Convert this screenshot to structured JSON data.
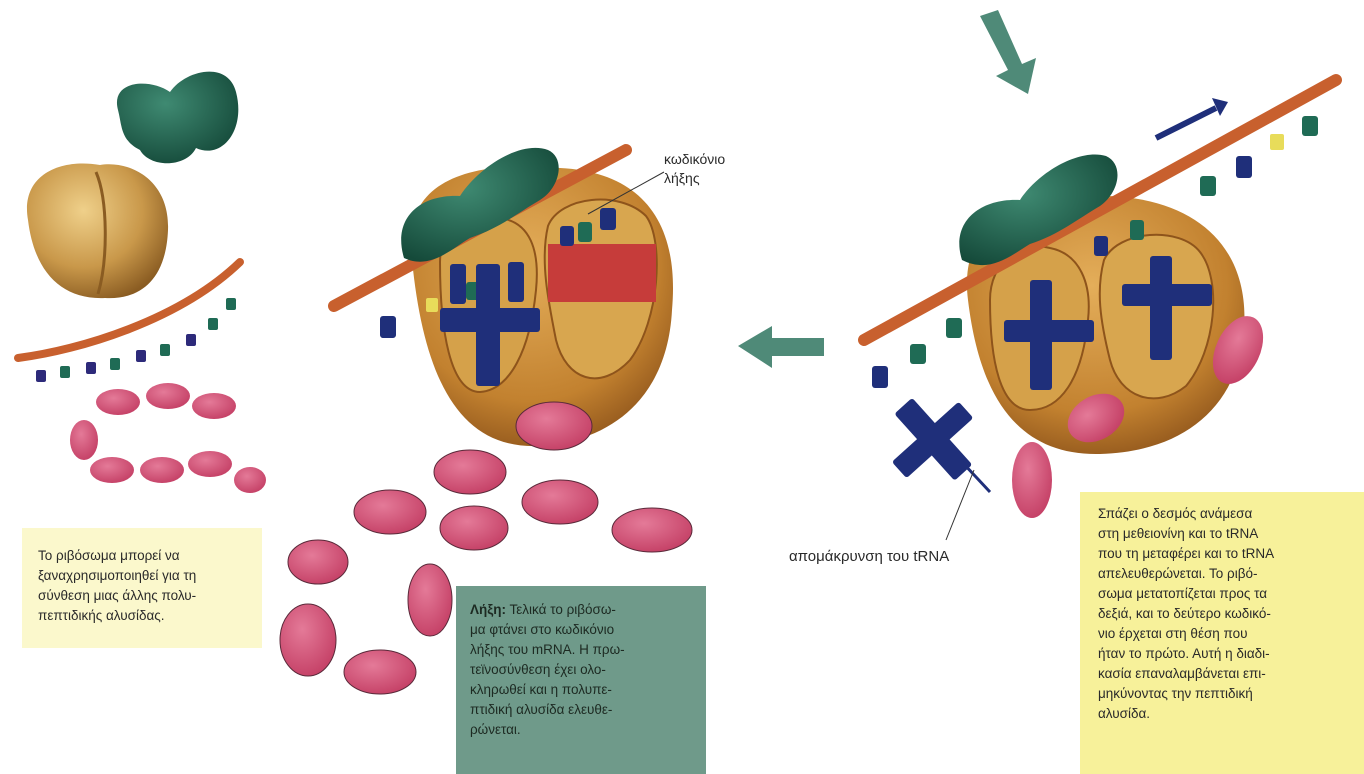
{
  "labels": {
    "stop_codon_line1": "κωδικόνιο",
    "stop_codon_line2": "λήξης",
    "trna_removal": "απομάκρυνση του tRNA"
  },
  "captions": {
    "reuse": [
      "Το ριβόσωμα μπορεί να",
      "ξαναχρησιμοποιηθεί για τη",
      "σύνθεση μιας άλλης πολυ-",
      "πεπτιδικής αλυσίδας."
    ],
    "termination_bold": "Λήξη:",
    "termination": [
      " Τελικά το ριβόσω-",
      "μα φτάνει στο κωδικόνιο",
      "λήξης του mRNA. Η πρω-",
      "τεϊνοσύνθεση έχει ολο-",
      "κληρωθεί και η πολυπε-",
      "πτιδική αλυσίδα ελευθε-",
      "ρώνεται."
    ],
    "release": [
      "Σπάζει ο δεσμός ανάμεσα",
      "στη μεθειονίνη και το tRNA",
      "που τη μεταφέρει και το tRNA",
      "απελευθερώνεται. Το ριβό-",
      "σωμα μετατοπίζεται προς τα",
      "δεξιά, και το δεύτερο κωδικό-",
      "νιο έρχεται στη θέση που",
      "ήταν το πρώτο. Αυτή η διαδι-",
      "κασία επαναλαμβάνεται επι-",
      "μηκύνοντας την πεπτιδική",
      "αλυσίδα."
    ]
  },
  "colors": {
    "ribosome_small": "#1f6b55",
    "ribosome_large": "#c79a4a",
    "mrna": "#c8602e",
    "trna": "#1f2f7a",
    "polypeptide": "#d4577a",
    "arrow": "#4f8a78"
  }
}
